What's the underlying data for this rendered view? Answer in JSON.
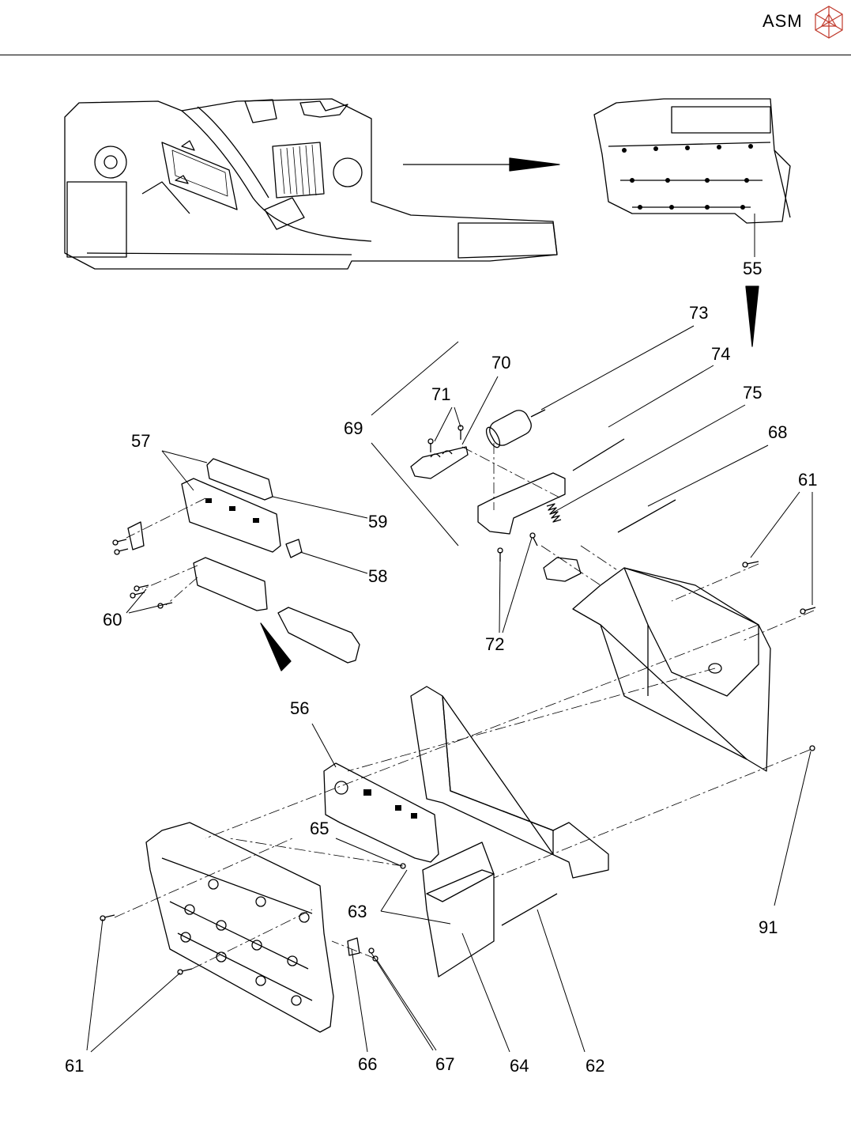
{
  "header": {
    "brand": "ASM",
    "logo_icon": "cube-logo-icon"
  },
  "diagram": {
    "callouts": [
      {
        "id": "c55",
        "text": "55"
      },
      {
        "id": "c56",
        "text": "56"
      },
      {
        "id": "c57",
        "text": "57"
      },
      {
        "id": "c58",
        "text": "58"
      },
      {
        "id": "c59",
        "text": "59"
      },
      {
        "id": "c60",
        "text": "60"
      },
      {
        "id": "c61a",
        "text": "61"
      },
      {
        "id": "c61b",
        "text": "61"
      },
      {
        "id": "c62",
        "text": "62"
      },
      {
        "id": "c63",
        "text": "63"
      },
      {
        "id": "c64",
        "text": "64"
      },
      {
        "id": "c65",
        "text": "65"
      },
      {
        "id": "c66",
        "text": "66"
      },
      {
        "id": "c67",
        "text": "67"
      },
      {
        "id": "c68",
        "text": "68"
      },
      {
        "id": "c69",
        "text": "69"
      },
      {
        "id": "c70",
        "text": "70"
      },
      {
        "id": "c71",
        "text": "71"
      },
      {
        "id": "c72",
        "text": "72"
      },
      {
        "id": "c73",
        "text": "73"
      },
      {
        "id": "c74",
        "text": "74"
      },
      {
        "id": "c75",
        "text": "75"
      },
      {
        "id": "c91",
        "text": "91"
      }
    ]
  }
}
